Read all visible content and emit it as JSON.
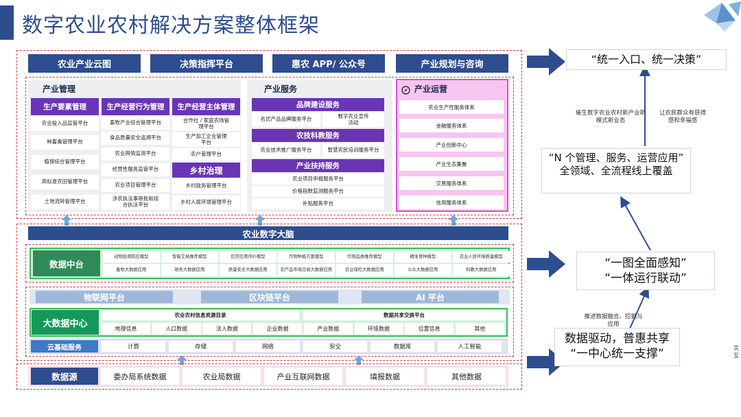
{
  "title": "数字农业农村解决方案整体框架",
  "nav": [
    "农业产业云图",
    "决策指挥平台",
    "惠农 APP/ 公众号",
    "产业规划与咨询"
  ],
  "mgmt": {
    "title": "产业管理",
    "col1": {
      "head": "生产要素管理",
      "items": [
        "农业投入品监管平台",
        "种畜禽管理平台",
        "植保综合管理平台",
        "高标准农田管理平台",
        "土地流转管理平台"
      ]
    },
    "col2": {
      "head": "生产经营行为管理",
      "items": [
        "畜牧产业综合管理平台",
        "食品质量安全追溯平台",
        "农业舆情监测平台",
        "经营性服务监管平台",
        "农业项目管理平台",
        "涉农执法事审批和综合执法平台"
      ]
    },
    "col3": {
      "head": "生产经营主体管理",
      "items": [
        "合作社 / 家庭农场管理平台",
        "生产加工企业管理平台",
        "农户管理平台"
      ]
    },
    "col3b": {
      "head": "乡村治理",
      "items": [
        "乡村政务管理平台",
        "乡村人居环境管理平台"
      ]
    }
  },
  "service": {
    "title": "产业服务",
    "g1": {
      "head": "品牌建设服务",
      "items": [
        "名优产品品牌服务平台",
        "数字农业宣传活动"
      ]
    },
    "g2": {
      "head": "农技科教服务",
      "items": [
        "农业技术推广服务平台",
        "智慧农民培训服务平台"
      ]
    },
    "g3": {
      "head": "产业扶持服务",
      "items": [
        "农业项目申报服务平台",
        "价格指数监测服务平台",
        "补贴服务平台"
      ]
    }
  },
  "ops": {
    "title": "产业运营",
    "items": [
      "农业生产性服务体系",
      "金融服务体系",
      "产业创新中心",
      "产业生态集聚",
      "交易服务体系",
      "信用服务体系"
    ]
  },
  "brain": "农业数字大脑",
  "data_center": {
    "label": "数据中台",
    "row1": [
      "动物疫病防控模型",
      "智能交易推荐模型",
      "信贷信用评价模型",
      "作物种植方案模型",
      "作物品质推荐模型",
      "精准育种模型",
      "农业人居环境质量模型"
    ],
    "row2": [
      "畜牧大数据应用",
      "政务大数据应用",
      "质量安全大数据应用",
      "农产品市场交易大数据应用",
      "农业保险大数据应用",
      "公众大数据应用",
      "科教大数据应用"
    ]
  },
  "platforms": [
    "物联网平台",
    "区块链平台",
    "AI 平台"
  ],
  "bigdata": {
    "label": "大数据中心",
    "head1": "农业农村信息资源目录",
    "head2": "数据共享交换平台",
    "cells": [
      "地理信息",
      "人口数据",
      "法人数据",
      "企业数据",
      "产业数据",
      "环境数据",
      "位置信息",
      "其他"
    ]
  },
  "cloud": {
    "label": "云基础服务",
    "cells": [
      "计算",
      "存储",
      "网络",
      "安全",
      "数据库",
      "人工智能"
    ]
  },
  "source": {
    "label": "数据源",
    "cells": [
      "委办局系统数据",
      "农业局数据",
      "产业互联网数据",
      "填报数据",
      "其他数据"
    ]
  },
  "right": {
    "box1": "“统一入口、统一决策”",
    "box2a": "“N 个管理、服务、运营应用”",
    "box2b": "全领域、全流程线上覆盖",
    "box3a": "“一图全面感知”",
    "box3b": "“一体运行联动”",
    "box4a": "数据驱动，普惠共享",
    "box4b": "“一中心统一支撑”",
    "note1": "催生数字农业农村新产业新模式新业态",
    "note2": "让农民群众有获得感和幸福感",
    "note3": "推进数据融合、挖掘与应用",
    "edge": "实互"
  },
  "colors": {
    "navy": "#2e4d8f",
    "purple": "#6a35b5",
    "green": "#16985a",
    "pink": "#f7c5ef",
    "dash": "#d9363e"
  }
}
